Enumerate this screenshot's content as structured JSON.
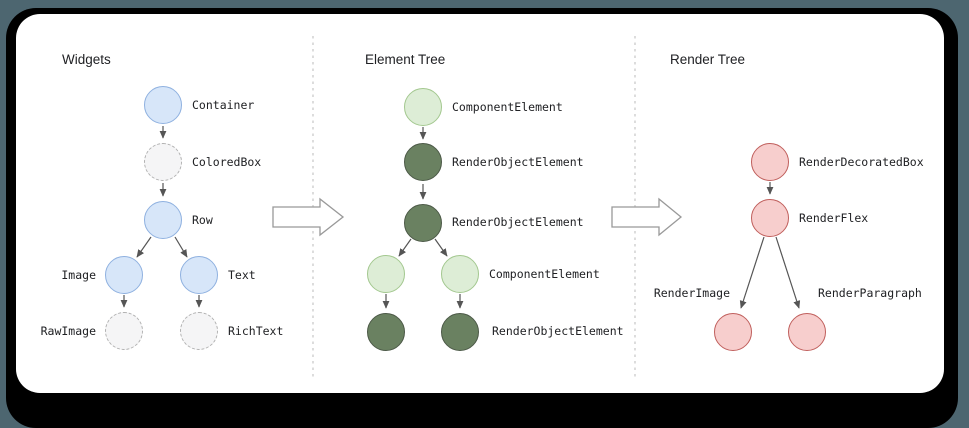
{
  "page": {
    "background_color": "#4d6670",
    "frame_color": "#000000",
    "card_color": "#ffffff"
  },
  "sections": {
    "widgets": {
      "title": "Widgets",
      "nodes": {
        "container": "Container",
        "coloredbox": "ColoredBox",
        "row": "Row",
        "image": "Image",
        "text": "Text",
        "rawimage": "RawImage",
        "richtext": "RichText"
      },
      "edges": [
        [
          "Container",
          "ColoredBox"
        ],
        [
          "ColoredBox",
          "Row"
        ],
        [
          "Row",
          "Image"
        ],
        [
          "Row",
          "Text"
        ],
        [
          "Image",
          "RawImage"
        ],
        [
          "Text",
          "RichText"
        ]
      ]
    },
    "element_tree": {
      "title": "Element Tree",
      "labels": {
        "component_top": "ComponentElement",
        "renderobject_1": "RenderObjectElement",
        "renderobject_2": "RenderObjectElement",
        "component_pair": "ComponentElement",
        "renderobject_leaf": "RenderObjectElement"
      },
      "edges": [
        [
          "ComponentElement",
          "RenderObjectElement"
        ],
        [
          "RenderObjectElement",
          "RenderObjectElement"
        ],
        [
          "RenderObjectElement",
          "ComponentElement (left)"
        ],
        [
          "RenderObjectElement",
          "ComponentElement (right)"
        ],
        [
          "ComponentElement (left)",
          "RenderObjectElement (left leaf)"
        ],
        [
          "ComponentElement (right)",
          "RenderObjectElement (right leaf)"
        ]
      ]
    },
    "render_tree": {
      "title": "Render Tree",
      "labels": {
        "renderdecoratedbox": "RenderDecoratedBox",
        "renderflex": "RenderFlex",
        "renderimage": "RenderImage",
        "renderparagraph": "RenderParagraph"
      },
      "edges": [
        [
          "RenderDecoratedBox",
          "RenderFlex"
        ],
        [
          "RenderFlex",
          "RenderImage"
        ],
        [
          "RenderFlex",
          "RenderParagraph"
        ]
      ]
    }
  },
  "colors": {
    "widget_node_fill": "#d7e6f9",
    "widget_node_stroke": "#8fb1e0",
    "proxy_node_fill": "#f5f5f6",
    "proxy_node_stroke": "#b0b0b0",
    "component_element_fill": "#ddedd6",
    "component_element_stroke": "#a3c88f",
    "render_object_element_fill": "#6a8161",
    "render_object_element_stroke": "#4c5947",
    "render_node_fill": "#f7cecd",
    "render_node_stroke": "#c05f5c",
    "edge_arrow": "#555555",
    "divider_dashed": "#c6c6c6",
    "title_text": "#202124"
  }
}
